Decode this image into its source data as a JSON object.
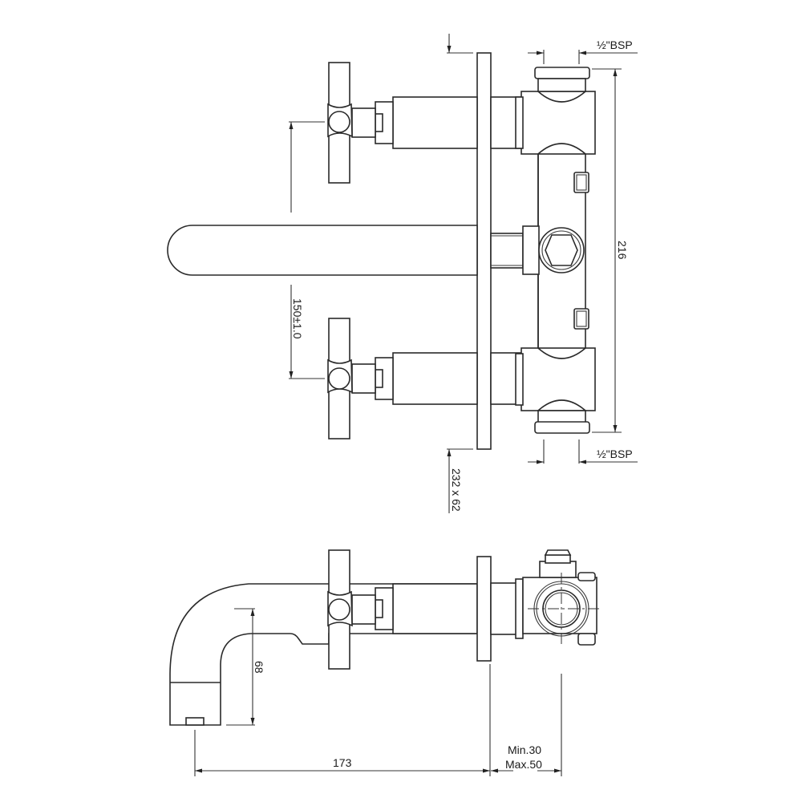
{
  "drawing": {
    "title": "Wall-mounted 3-hole basin mixer with cross-head handles — technical drawing",
    "line_color": "#2a2a2a",
    "background": "#ffffff",
    "views": [
      {
        "id": "front-view",
        "description": "Front elevation: spout, two cross-head valves, concealed valve body"
      },
      {
        "id": "side-view",
        "description": "Side elevation: spout, valve handle, wall plate, concealed body"
      }
    ]
  },
  "dimensions": {
    "bsp_top": "½\"BSP",
    "bsp_bottom": "½\"BSP",
    "body_height": "216",
    "valve_centres": "150±1.0",
    "wall_plate": "232 x 62",
    "spout_height": "68",
    "spout_projection": "173",
    "wall_depth_min": "Min.30",
    "wall_depth_max": "Max.50"
  }
}
